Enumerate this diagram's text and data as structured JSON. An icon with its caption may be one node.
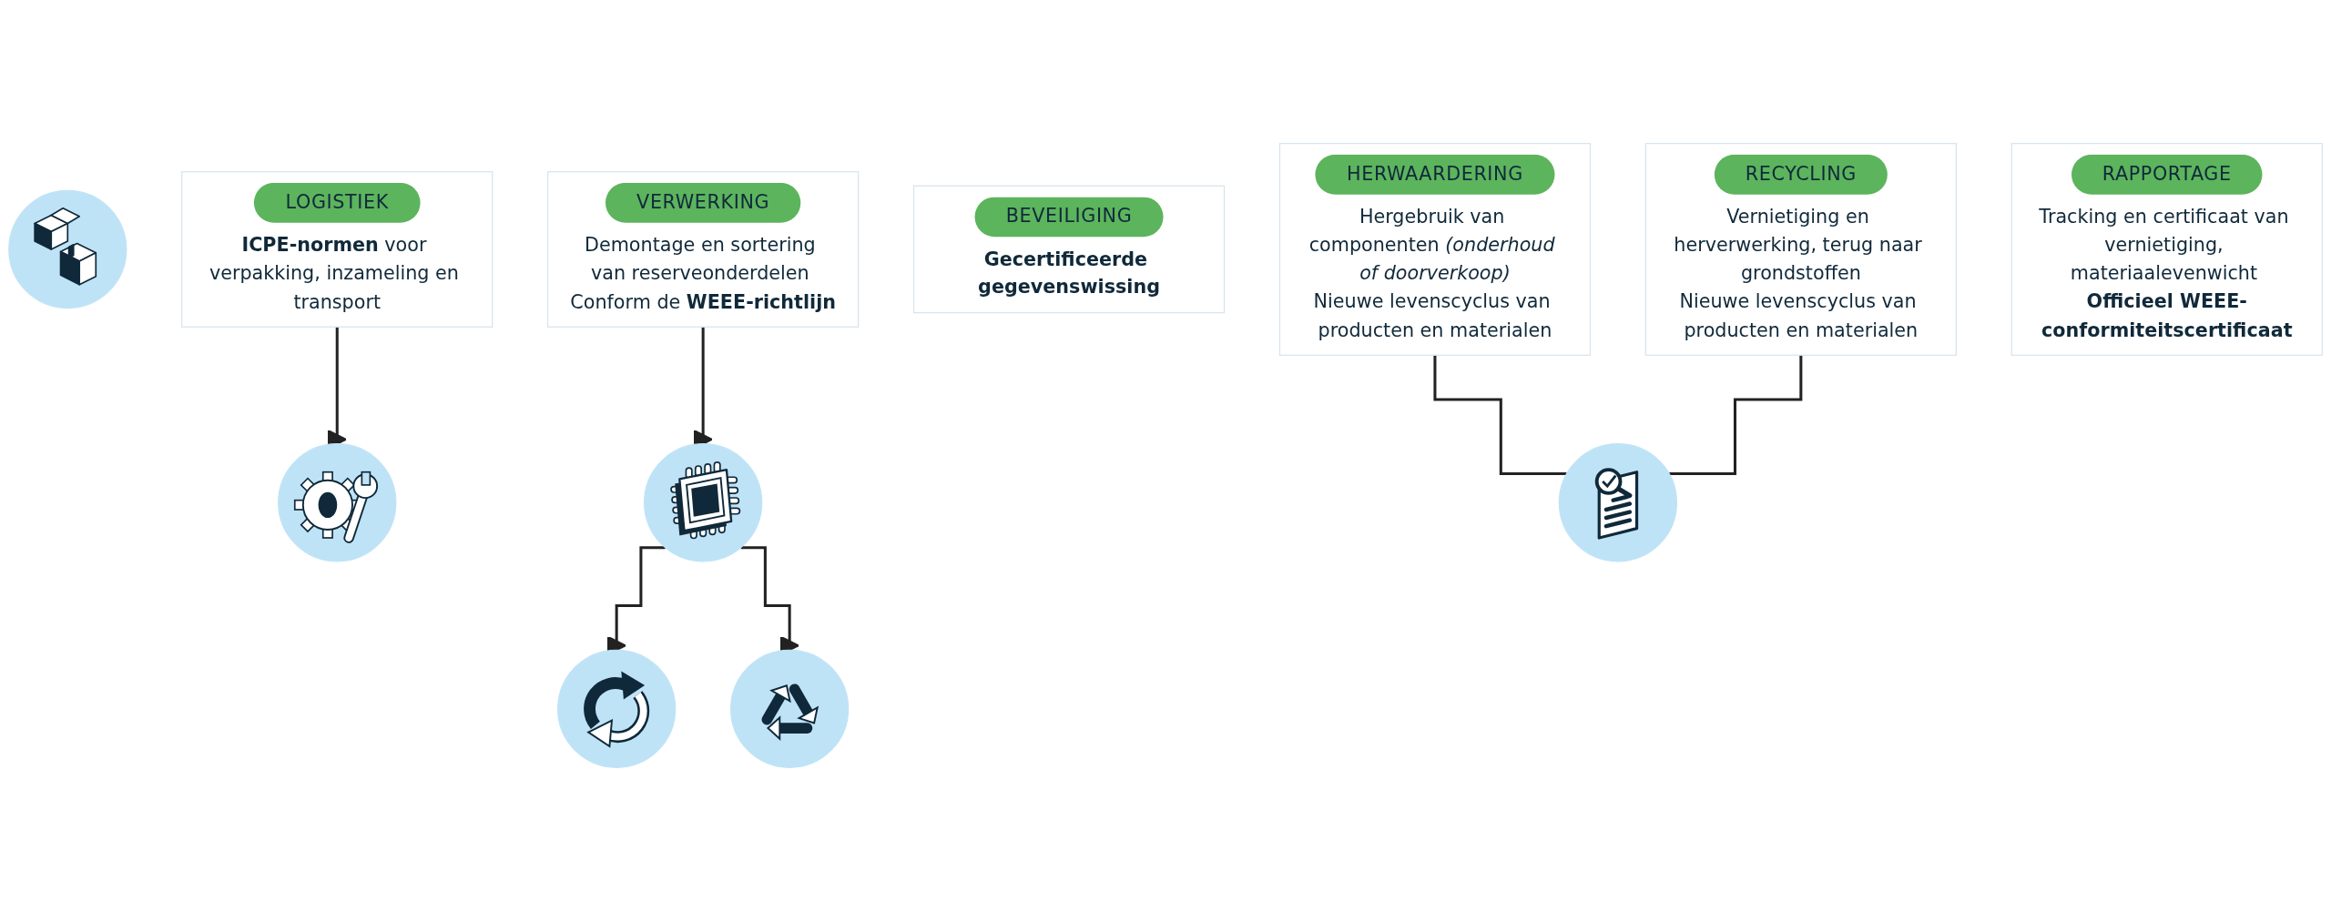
{
  "diagram": {
    "nodes": [
      {
        "text": [],
        "shape": "picture"
      },
      {
        "text": [
          "LOGISTIEK",
          "**ICPE-normen** voor verpakking, inzameling en transport"
        ]
      },
      {
        "text": [
          "VERWERKING",
          "Demontage en sortering van reserveonderdelen Conform de **WEEE-richtlijn**"
        ]
      },
      {
        "text": [],
        "shape": "picture"
      },
      {
        "text": [],
        "shape": "picture"
      },
      {
        "text": [
          "BEVEILIGING",
          "Gecertificeerde gegevenswissing"
        ]
      },
      {
        "text": [],
        "shape": "picture"
      },
      {
        "text": [
          "HERWAARDERING",
          "Hergebruik van componenten *(onderhoud of doorverkoop)*",
          "Nieuwe levenscyclus van producten en materialen"
        ]
      },
      {
        "text": [],
        "shape": "picture"
      },
      {
        "text": [
          "RECYCLING",
          "Vernietiging en herverwerking, terug naar grondstoffen",
          "Nieuwe levenscyclus van producten en materialen"
        ]
      },
      {
        "text": [],
        "shape": "picture"
      },
      {
        "text": [
          "RAPPORTAGE",
          "Tracking en certificaat van vernietiging, materiaalevenwicht **Officieel WEEE-conformiteitscertificaat**"
        ]
      }
    ],
    "edges": [
      {
        "from": 1,
        "to": 3,
        "arrow": "to"
      },
      {
        "from": 2,
        "to": 4,
        "arrow": "to"
      },
      {
        "from": 4,
        "to": 6,
        "arrow": "to"
      },
      {
        "from": 4,
        "to": 8,
        "arrow": "to"
      },
      {
        "from": 7,
        "to": 10,
        "arrow": "none"
      },
      {
        "from": 9,
        "to": 10,
        "arrow": "none"
      }
    ]
  }
}
